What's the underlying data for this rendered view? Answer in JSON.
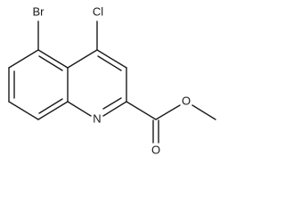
{
  "molecule": {
    "atoms": {
      "br": "Br",
      "cl": "Cl",
      "n": "N",
      "o_carbonyl": "O",
      "o_ester": "O"
    }
  },
  "colors": {
    "bond": "#1a1a1a",
    "label": "#1a1a1a",
    "background": "#ffffff"
  }
}
